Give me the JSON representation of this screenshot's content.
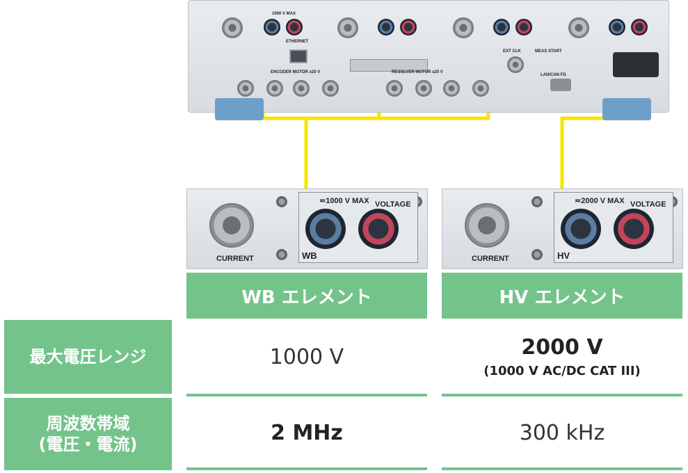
{
  "instrument": {
    "panel_labels": {
      "ethernet": "ETHERNET",
      "encoder_motor": "ENCODER MOTOR ±20 V",
      "resolver_motor": "RESOLVER MOTOR ±20 V",
      "ext_clk": "EXT CLK",
      "meas_start": "MEAS START",
      "lan_can_fd": "LAN/CAN FD",
      "voltage_rating": "1000 V MAX"
    }
  },
  "closeups": [
    {
      "type_label": "WB",
      "rating": "≂1000 V MAX",
      "current": "CURRENT",
      "voltage": "VOLTAGE"
    },
    {
      "type_label": "HV",
      "rating": "≂2000 V MAX",
      "current": "CURRENT",
      "voltage": "VOLTAGE"
    }
  ],
  "table": {
    "columns": [
      "WB エレメント",
      "HV エレメント"
    ],
    "rows": [
      {
        "header": "最大電圧レンジ",
        "wb": "1000 V",
        "hv": "2000 V",
        "hv_note": "(1000 V AC/DC CAT III)"
      },
      {
        "header_line1": "周波数帯域",
        "header_line2": "(電圧・電流)",
        "wb": "2 MHz",
        "hv": "300 kHz"
      }
    ]
  },
  "colors": {
    "accent_green": "#74c38b",
    "highlight_yellow": "#f4e600"
  }
}
